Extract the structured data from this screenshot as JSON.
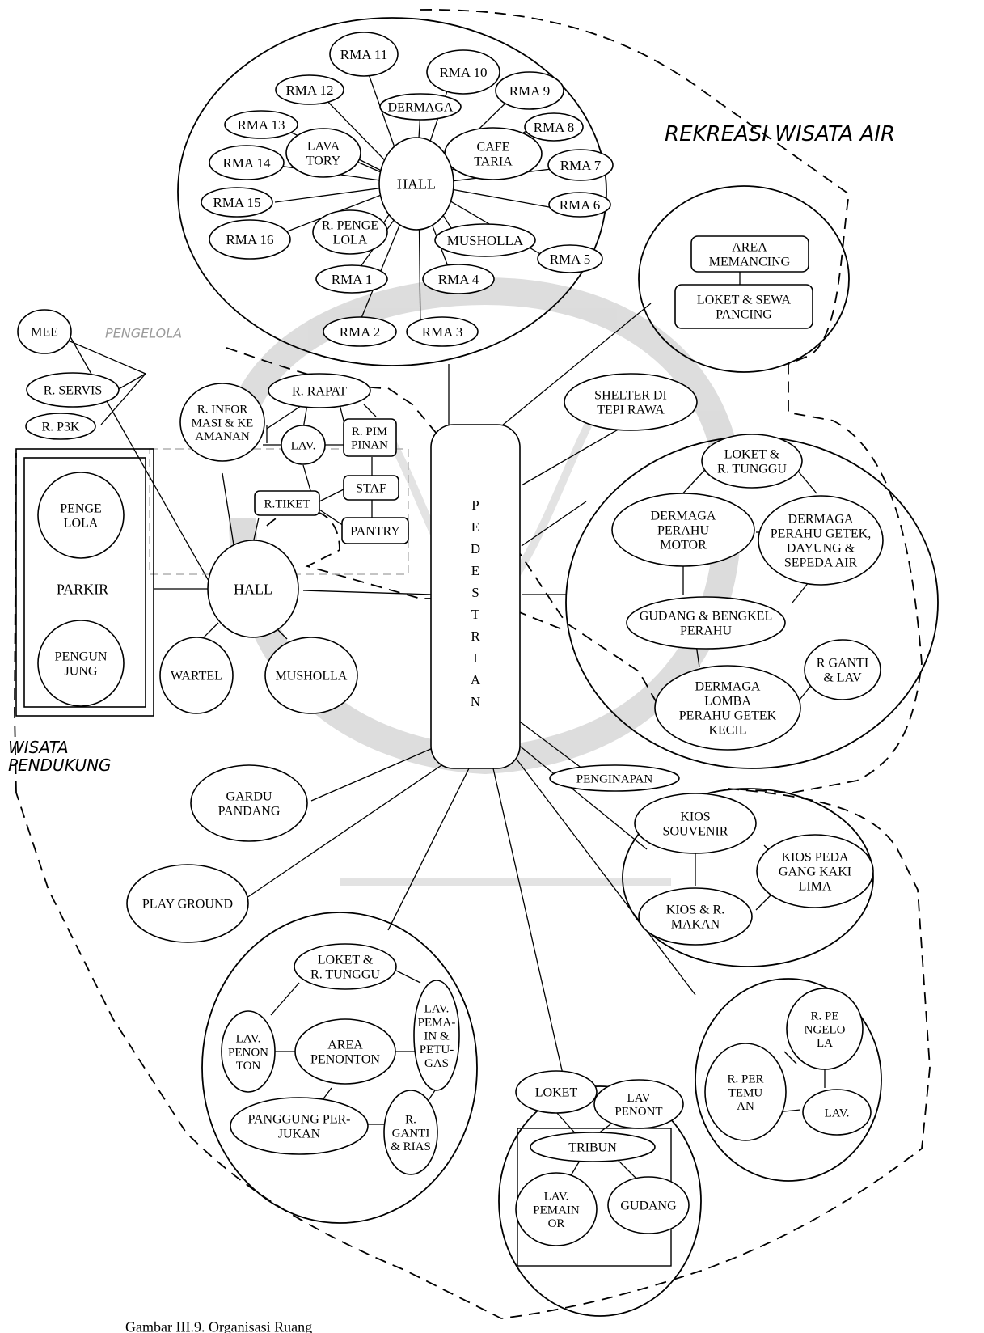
{
  "caption": "Gambar III.9. Organisasi Ruang",
  "zones": {
    "rekreasi_wisata_air": "REKREASI WISATA AIR",
    "wisata_pendukung": "WISATA\nPENDUKUNG",
    "pengelola": "PENGELOLA"
  },
  "nodes": {
    "rma11": "RMA 11",
    "rma10": "RMA 10",
    "rma12": "RMA 12",
    "rma9": "RMA 9",
    "dermaga": "DERMAGA",
    "rma13": "RMA 13",
    "rma8": "RMA 8",
    "lavatory": "LAVA\nTORY",
    "cafetaria": "CAFE\nTARIA",
    "rma14": "RMA 14",
    "rma7": "RMA 7",
    "hall_top": "HALL",
    "rma15": "RMA 15",
    "rma6": "RMA 6",
    "r_pengelola": "R. PENGE\nLOLA",
    "rma16": "RMA 16",
    "musholla_top": "MUSHOLLA",
    "rma5": "RMA 5",
    "rma1": "RMA 1",
    "rma4": "RMA 4",
    "rma2": "RMA 2",
    "rma3": "RMA 3",
    "area_memancing": "AREA\nMEMANCING",
    "loket_sewa_pancing": "LOKET & SEWA\nPANCING",
    "mee": "MEE",
    "r_servis": "R. SERVIS",
    "r_p3k": "R. P3K",
    "r_rapat": "R. RAPAT",
    "r_informasi": "R. INFOR\nMASI & KE\nAMANAN",
    "lav_admin": "LAV.",
    "r_pimpinan": "R. PIM\nPINAN",
    "staf": "STAF",
    "r_tiket": "R.TIKET",
    "pantry": "PANTRY",
    "shelter": "SHELTER DI\nTEPI RAWA",
    "pedestrian": "PEDESTRIAN",
    "penge_lola_parkir": "PENGE\nLOLA",
    "parkir": "PARKIR",
    "pengunjung": "PENGUN\nJUNG",
    "hall_mid": "HALL",
    "wartel": "WARTEL",
    "musholla_mid": "MUSHOLLA",
    "loket_tunggu_perahu": "LOKET &\nR. TUNGGU",
    "dermaga_motor": "DERMAGA\nPERAHU\nMOTOR",
    "dermaga_getek": "DERMAGA\nPERAHU GETEK,\nDAYUNG &\nSEPEDA AIR",
    "gudang_bengkel": "GUDANG & BENGKEL\nPERAHU",
    "r_ganti_lav": "R GANTI\n& LAV",
    "dermaga_lomba": "DERMAGA\nLOMBA\nPERAHU GETEK\nKECIL",
    "penginapan": "PENGINAPAN",
    "gardu_pandang": "GARDU\nPANDANG",
    "kios_souvenir": "KIOS\nSOUVENIR",
    "kios_pkl": "KIOS PEDA\nGANG KAKI\nLIMA",
    "kios_makan": "KIOS & R.\nMAKAN",
    "play_ground": "PLAY GROUND",
    "loket_tunggu_show": "LOKET &\nR. TUNGGU",
    "lav_penonton": "LAV.\nPENON\nTON",
    "area_penonton": "AREA\nPENONTON",
    "lav_pemain": "LAV.\nPEMA-\nIN &\nPETU-\nGAS",
    "panggung": "PANGGUNG PER-\nJUKAN",
    "r_ganti_rias": "R.\nGANTI\n& RIAS",
    "loket_tribun": "LOKET",
    "lav_penont": "LAV\nPENONT",
    "tribun": "TRIBUN",
    "lav_pemainor": "LAV.\nPEMAIN\nOR",
    "gudang": "GUDANG",
    "r_pengelola_meet": "R. PE\nNGELO\nLA",
    "r_pertemuan": "R. PER\nTEMU\nAN",
    "lav_meet": "LAV."
  }
}
